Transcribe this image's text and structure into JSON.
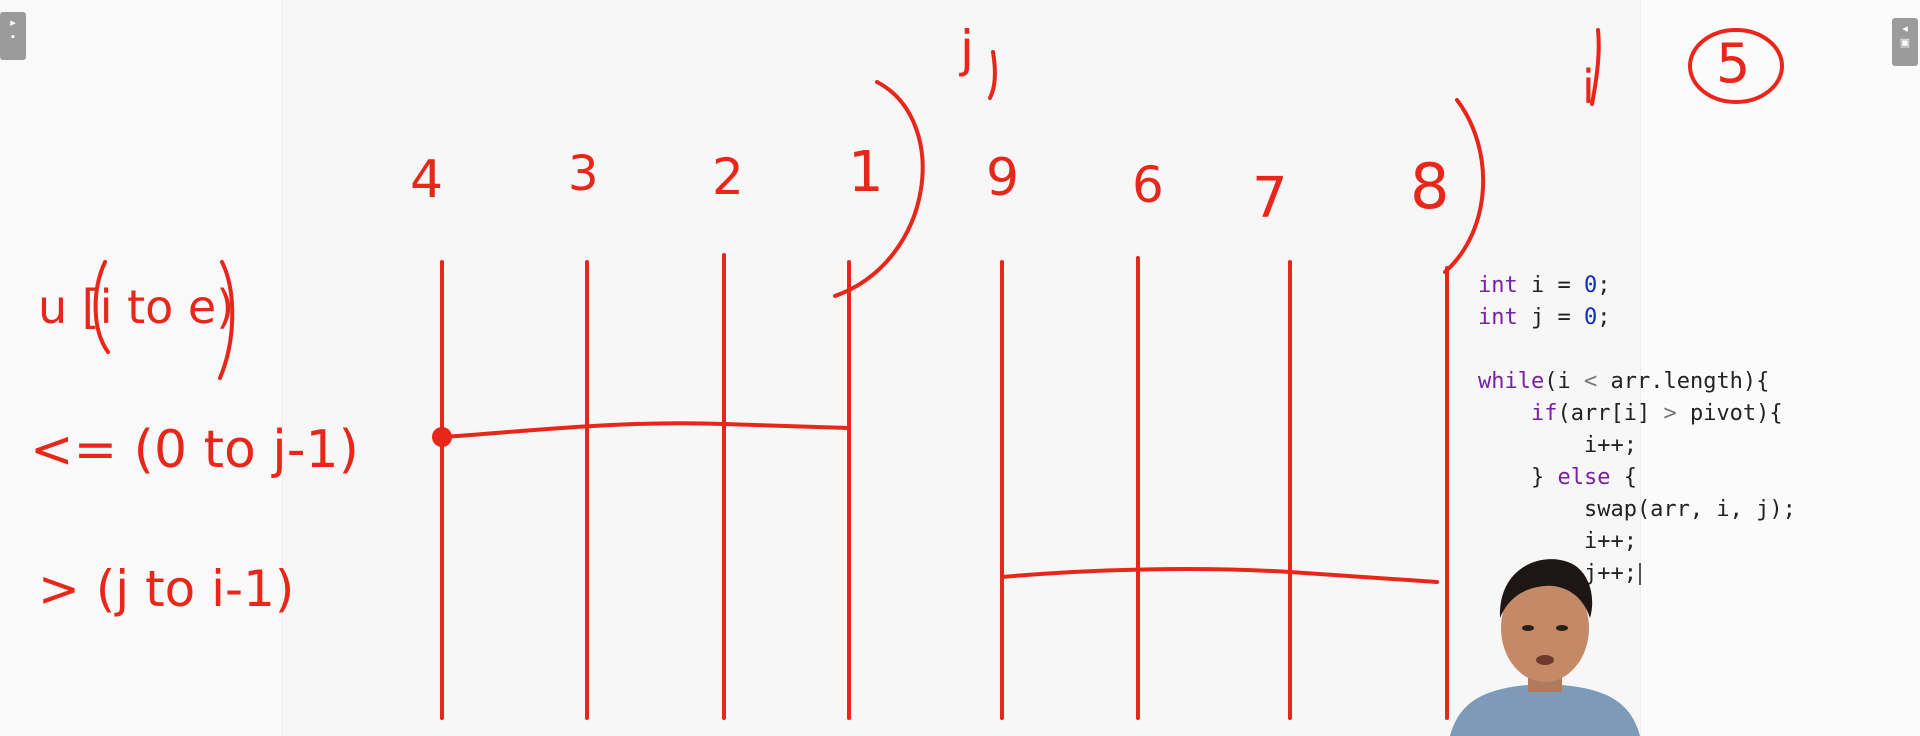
{
  "whiteboard": {
    "array": {
      "values": [
        "4",
        "3",
        "2",
        "1",
        "9",
        "6",
        "7",
        "8"
      ]
    },
    "pointers": {
      "j_label": "j",
      "i_label": "i",
      "step_number": "5"
    },
    "notes": {
      "line1": "u [i to e)",
      "line2": "<= (0 to j-1)",
      "line3": "> (j to i-1)"
    },
    "ink_color": "#e8261a"
  },
  "code": {
    "lines": [
      "int i = 0;",
      "int j = 0;",
      "",
      "while(i < arr.length){",
      "    if(arr[i] > pivot){",
      "        i++;",
      "    } else {",
      "        swap(arr, i, j);",
      "        i++;",
      "        j++;"
    ]
  },
  "toolbar": {
    "left_tool": "pen-tool",
    "right_tool": "palette-tool"
  },
  "presenter": {
    "webcam_label": "presenter-webcam"
  }
}
